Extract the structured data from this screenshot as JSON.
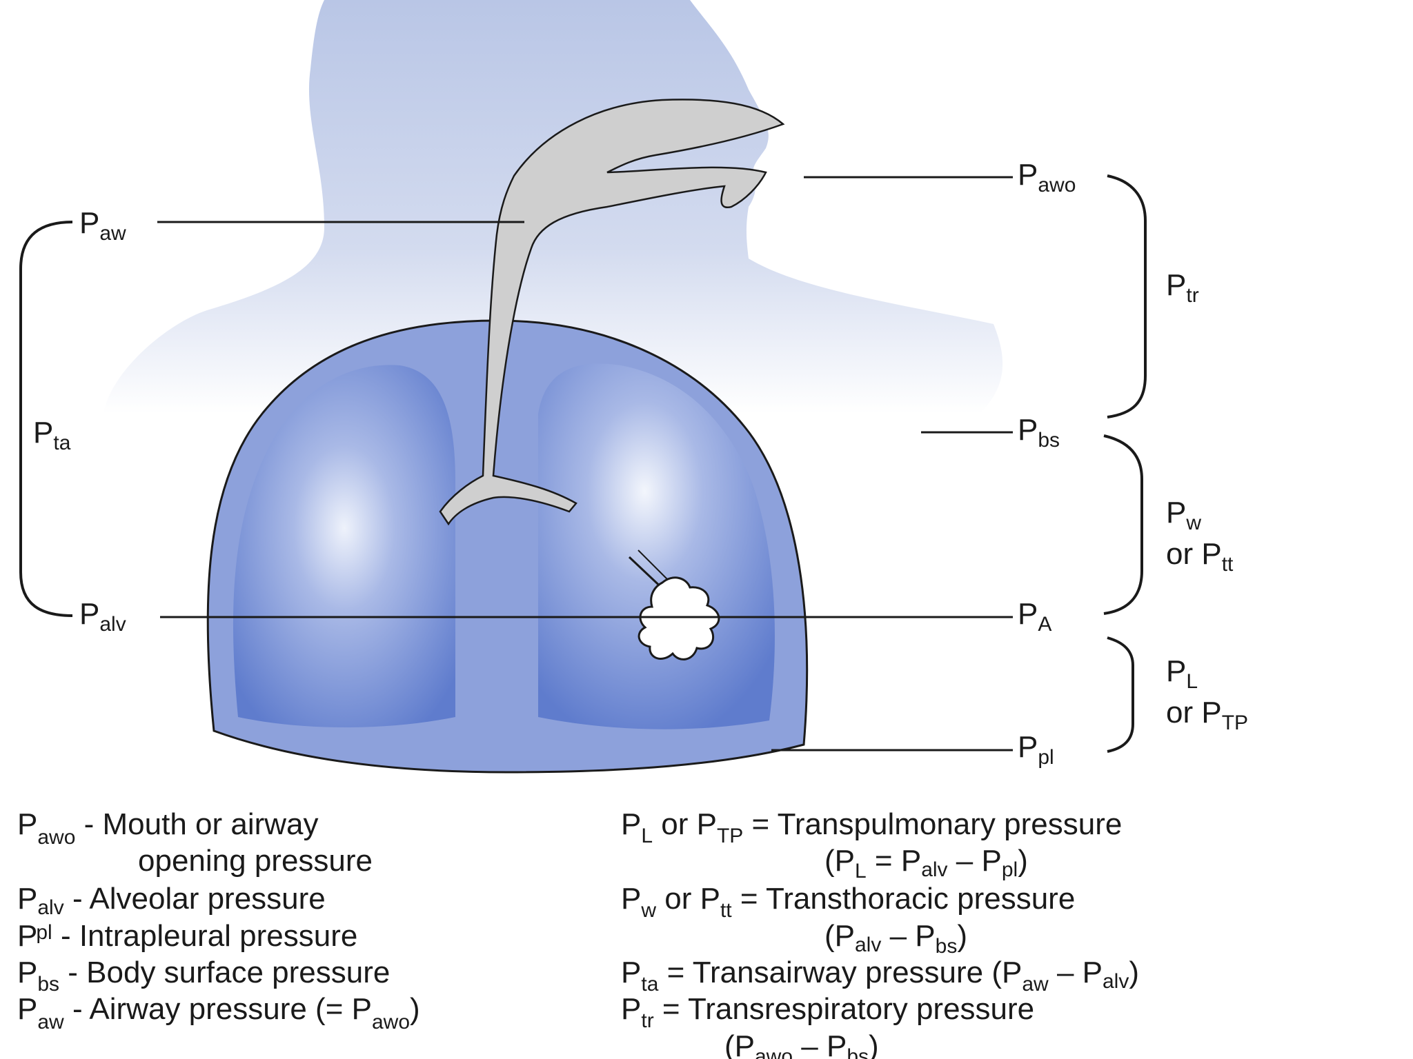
{
  "diagram_labels": {
    "paw": {
      "main": "P",
      "sub": "aw"
    },
    "pta": {
      "main": "P",
      "sub": "ta"
    },
    "palv": {
      "main": "P",
      "sub": "alv"
    },
    "pawo": {
      "main": "P",
      "sub": "awo"
    },
    "ptr": {
      "main": "P",
      "sub": "tr"
    },
    "pbs": {
      "main": "P",
      "sub": "bs"
    },
    "pw": {
      "main": "P",
      "sub": "w"
    },
    "pw_or": {
      "prefix": "or P",
      "sub": "tt"
    },
    "pa": {
      "main": "P",
      "sub": "A"
    },
    "pl": {
      "main": "P",
      "sub": "L"
    },
    "pl_or": {
      "prefix": "or P",
      "sub": "TP"
    },
    "ppl": {
      "main": "P",
      "sub": "pl"
    }
  },
  "legend_left": [
    {
      "sym": "P",
      "sub": "awo",
      "desc": " - Mouth or airway",
      "cont": "opening pressure"
    },
    {
      "sym": "P",
      "sub": "alv",
      "desc": " - Alveolar pressure"
    },
    {
      "sym": "P",
      "sub": "pl",
      "desc": " - Intrapleural pressure"
    },
    {
      "sym": "P",
      "sub": "bs",
      "desc": " - Body surface pressure"
    },
    {
      "sym": "P",
      "sub": "aw",
      "desc": " - Airway pressure (= P",
      "desc_sub": "awo",
      "desc_end": ")"
    }
  ],
  "legend_right": {
    "l1_a": "P",
    "l1_a_sub": "L",
    "l1_b": " or P",
    "l1_b_sub": "TP",
    "l1_c": " = Transpulmonary pressure",
    "l2_a": "(P",
    "l2_a_sub": "L",
    "l2_b": " = P",
    "l2_b_sub": "alv",
    "l2_c": " – P",
    "l2_c_sub": "pl",
    "l2_d": ")",
    "l3_a": "P",
    "l3_a_sub": "w",
    "l3_b": " or P",
    "l3_b_sub": "tt",
    "l3_c": " = Transthoracic pressure",
    "l4_a": "(P",
    "l4_a_sub": "alv",
    "l4_b": " – P",
    "l4_b_sub": "bs",
    "l4_c": ")",
    "l5_a": "P",
    "l5_a_sub": "ta",
    "l5_b": " = Transairway pressure (P",
    "l5_b_sub": "aw",
    "l5_c": " – P",
    "l5_c_sub": "alv",
    "l5_d": ")",
    "l6_a": "P",
    "l6_a_sub": "tr",
    "l6_b": " = Transrespiratory pressure",
    "l7_a": "(P",
    "l7_a_sub": "awo",
    "l7_b": " – P",
    "l7_b_sub": "bs",
    "l7_c": ")"
  },
  "colors": {
    "body_light": "#c4cfe8",
    "chest": "#8da1db",
    "lung": "#6a86d2",
    "airway": "#cfcfcf",
    "line": "#1a1a1a"
  }
}
